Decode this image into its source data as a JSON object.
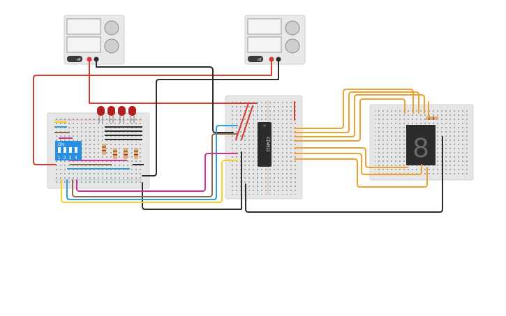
{
  "power_supplies": [
    {
      "id": "psu-1",
      "display_top": "",
      "display_bottom": "",
      "switch_label": "off"
    },
    {
      "id": "psu-2",
      "display_top": "",
      "display_bottom": "",
      "switch_label": "off"
    }
  ],
  "dip_switch": {
    "on_label": "ON",
    "positions": [
      "1",
      "2",
      "3",
      "4"
    ]
  },
  "ic": {
    "label": "CD4511"
  },
  "seven_segment": {
    "digit": "8"
  },
  "colors": {
    "wire_red": "#d63a2f",
    "wire_black": "#2b2b2b",
    "wire_orange": "#f0a030",
    "wire_blue": "#2aa0d8",
    "wire_yellow": "#f2d21e",
    "wire_magenta": "#d0308f",
    "wire_brown": "#8a6a4a",
    "breadboard": "#e6e6e6",
    "led_red": "#b02020",
    "dip_blue": "#2a8fe0"
  }
}
